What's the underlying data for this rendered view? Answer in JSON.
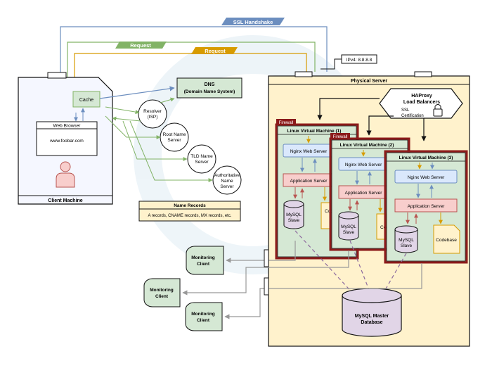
{
  "colors": {
    "blue_line": "#6c8ebf",
    "green_line": "#82b366",
    "orange_line": "#d79b00",
    "gray_line": "#999999",
    "server_fill": "#fff2cc",
    "client_fill": "#f5f7ff",
    "vm_fill": "#d5e8d4",
    "firewall": "#8b1a1a",
    "nginx_fill": "#dae8fc",
    "app_fill": "#f8cecc",
    "db_fill": "#e1d5e7",
    "codebase_fill": "#fff2cc"
  },
  "labels": {
    "ssl_handshake": "SSL Handshake",
    "request_green": "Request",
    "request_orange": "Request",
    "ipv4": "IPv4: 8.8.8.8",
    "physical_server": "Physical Server",
    "cache": "Cache",
    "web_browser": "Web Browser",
    "url": "www.foobar.com",
    "client_machine": "Client Machine",
    "dns_line1": "DNS",
    "dns_line2": "(Domain Name System)",
    "resolver_line1": "Resolver",
    "resolver_line2": "(ISP)",
    "root_line1": "Root Name",
    "root_line2": "Server",
    "tld_line1": "TLD Name",
    "tld_line2": "Server",
    "auth_line1": "Authoritative",
    "auth_line2": "Name",
    "auth_line3": "Server",
    "name_records_title": "Name Records",
    "name_records_body": "A records, CNAME records, MX records, etc.",
    "haproxy_line1": "HAProxy",
    "haproxy_line2": "Load Balancers",
    "ssl_cert_line1": "SSL",
    "ssl_cert_line2": "Certification",
    "firewall": "Firewall",
    "vm1_title": "Linux Virtual Machine (1)",
    "vm2_title": "Linux Virtual Machine (2)",
    "vm3_title": "Linux Virtual Machine (3)",
    "nginx": "Nginx Web Server",
    "app_server": "Application Server",
    "mysql_line1": "MySQL",
    "mysql_line2": "Slave",
    "codebase": "Codebase",
    "master_line1": "MySQL Master",
    "master_line2": "Database",
    "monitoring_line1": "Monitoring",
    "monitoring_line2": "Client"
  },
  "icons": [
    "person-icon",
    "lock-icon",
    "database-icon",
    "document-icon"
  ]
}
